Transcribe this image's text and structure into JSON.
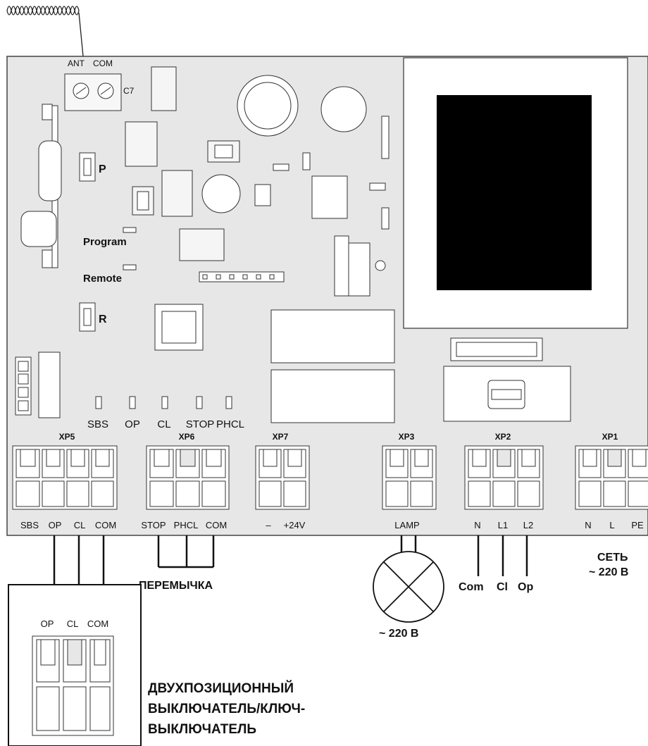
{
  "antenna": {
    "ant_label": "ANT",
    "com_label": "COM",
    "c7_label": "C7"
  },
  "board": {
    "p_label": "P",
    "r_label": "R",
    "program_label": "Program",
    "remote_label": "Remote"
  },
  "leds": [
    "SBS",
    "OP",
    "CL",
    "STOP",
    "PHCL"
  ],
  "terminals": {
    "xp5": {
      "name": "XP5",
      "pins": [
        "SBS",
        "OP",
        "CL",
        "COM"
      ]
    },
    "xp6": {
      "name": "XP6",
      "pins": [
        "STOP",
        "PHCL",
        "COM"
      ]
    },
    "xp7": {
      "name": "XP7",
      "pins": [
        "–",
        "+24V"
      ]
    },
    "xp3": {
      "name": "XP3",
      "pins": [
        "LAMP"
      ]
    },
    "xp2": {
      "name": "XP2",
      "pins": [
        "N",
        "L1",
        "L2"
      ]
    },
    "xp1": {
      "name": "XP1",
      "pins": [
        "N",
        "L",
        "PE"
      ]
    }
  },
  "annotations": {
    "jumper": "ПЕРЕМЫЧКА",
    "mains_line1": "СЕТЬ",
    "mains_line2": "~ 220 В",
    "lamp_voltage": "~ 220 В",
    "motor_com": "Com",
    "motor_cl": "Cl",
    "motor_op": "Op",
    "switch_line1": "ДВУХПОЗИЦИОННЫЙ",
    "switch_line2": "ВЫКЛЮЧАТЕЛЬ/КЛЮЧ-",
    "switch_line3": "ВЫКЛЮЧАТЕЛЬ"
  },
  "switch_box": {
    "pins": [
      "OP",
      "CL",
      "COM"
    ]
  }
}
